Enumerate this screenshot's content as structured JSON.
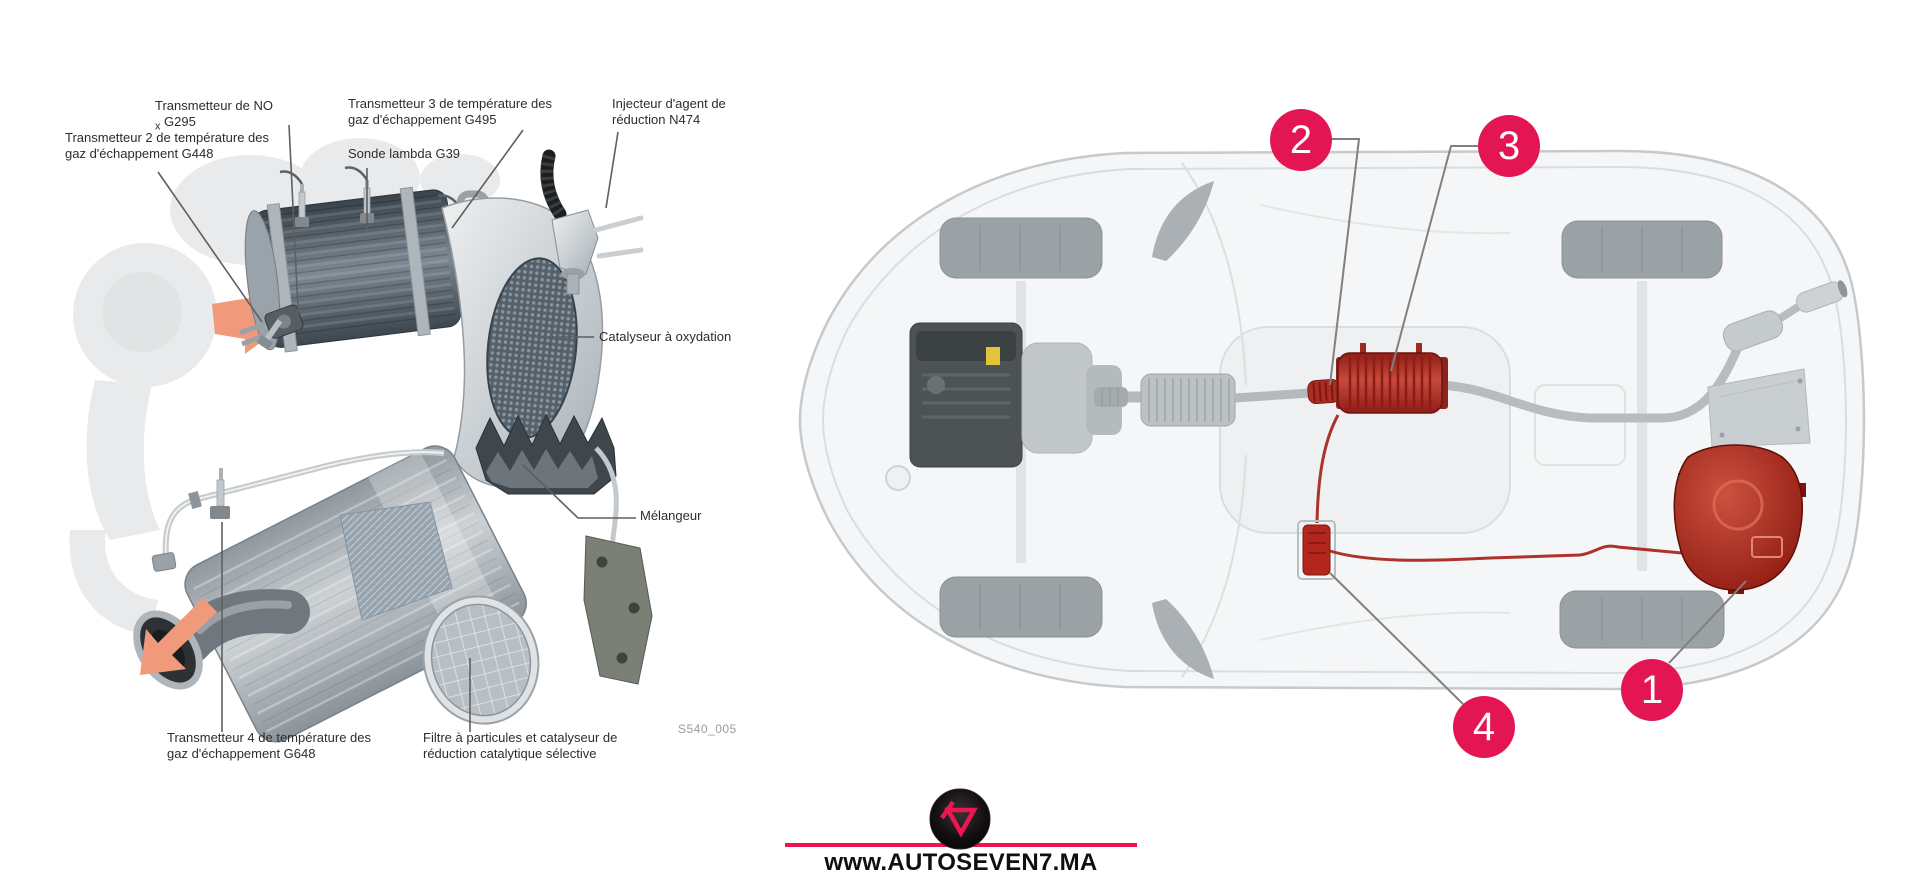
{
  "colors": {
    "callout_pink": "#e31653",
    "brand_pink": "#ec1551",
    "highlight_red": "#b3261e",
    "arrow_orange": "#f0997b"
  },
  "left_figure": {
    "figure_code": "S540_005",
    "labels": {
      "nox": {
        "pre": "Transmetteur de NO",
        "sub": "x",
        "post": " G295"
      },
      "egt2": {
        "line1": "Transmetteur 2 de température des",
        "line2": "gaz d'échappement G448"
      },
      "egt3": {
        "line1": "Transmetteur 3 de température des",
        "line2": "gaz d'échappement G495"
      },
      "lambda": {
        "line1": "Sonde lambda G39"
      },
      "injector": {
        "line1": "Injecteur d'agent de",
        "line2": "réduction N474"
      },
      "oxcat": {
        "line1": "Catalyseur à oxydation"
      },
      "mixer": {
        "line1": "Mélangeur"
      },
      "egt4": {
        "line1": "Transmetteur 4 de température des",
        "line2": "gaz d'échappement G648"
      },
      "dpf": {
        "line1": "Filtre à particules et catalyseur de",
        "line2": "réduction catalytique sélective"
      }
    }
  },
  "right_figure": {
    "callouts": [
      {
        "number": "1"
      },
      {
        "number": "2"
      },
      {
        "number": "3"
      },
      {
        "number": "4"
      }
    ]
  },
  "footer": {
    "website": "www.AUTOSEVEN7.MA"
  }
}
